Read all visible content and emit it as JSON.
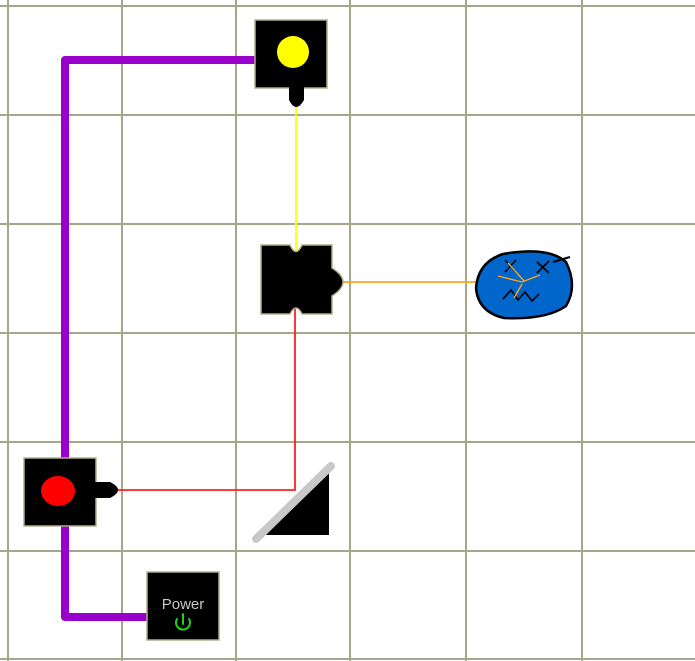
{
  "board": {
    "grid_color": "#a8a68a",
    "background": "#ffffff"
  },
  "power_button": {
    "label": "Power",
    "icon": "power-icon",
    "label_color": "#c8c8c8",
    "icon_color": "#1fd11f"
  },
  "pieces": [
    {
      "name": "yellow-laser-emitter",
      "kind": "laser-emitter",
      "color": "#ffff00",
      "facing": "down"
    },
    {
      "name": "red-laser-emitter",
      "kind": "laser-emitter",
      "color": "#ff0000",
      "facing": "right"
    },
    {
      "name": "beam-splitter",
      "kind": "beam-splitter"
    },
    {
      "name": "mirror",
      "kind": "mirror",
      "orientation": "diagonal"
    },
    {
      "name": "target-bomb",
      "kind": "target",
      "color": "#0066cc"
    }
  ],
  "beams": [
    {
      "name": "yellow-beam",
      "color": "#ffff00"
    },
    {
      "name": "red-beam",
      "color": "#ff2020"
    },
    {
      "name": "combined-orange-beam",
      "color": "#ffa31a"
    }
  ],
  "wire": {
    "color": "#9900cc"
  }
}
